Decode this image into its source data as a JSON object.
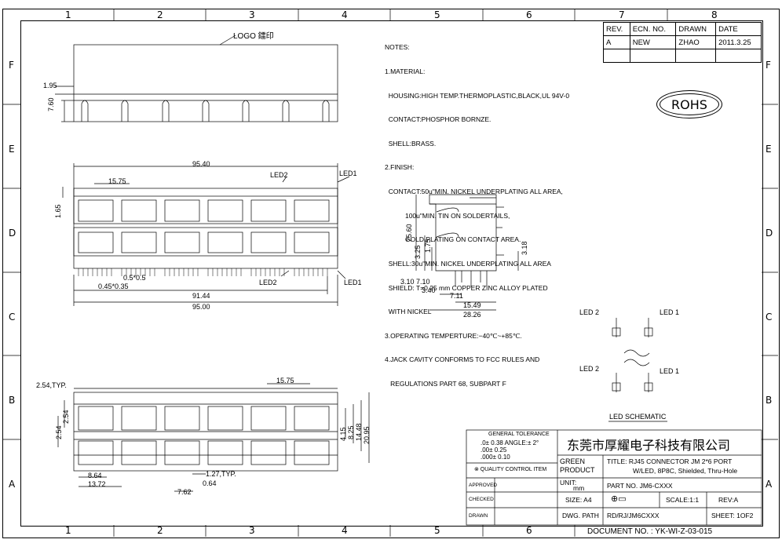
{
  "zones": {
    "columns": [
      "1",
      "2",
      "3",
      "4",
      "5",
      "6",
      "7",
      "8"
    ],
    "rows": [
      "F",
      "E",
      "D",
      "C",
      "B",
      "A"
    ]
  },
  "logo_label": "LOGO 鐳印",
  "notes": {
    "title": "NOTES:",
    "lines": [
      "1.MATERIAL:",
      "  HOUSING:HIGH TEMP.THERMOPLASTIC,BLACK,UL 94V-0",
      "  CONTACT:PHOSPHOR BORNZE.",
      "  SHELL:BRASS.",
      "2.FINISH:",
      "  CONTACT:50u\"MIN. NICKEL UNDERPLATING ALL AREA,",
      "           100u\"MIN. TIN ON SOLDERTAILS,",
      "           GOLD PLATING ON CONTACT AREA.",
      "  SHELL:30u\"MIN. NICKEL UNDERPLATING ALL AREA",
      "  SHIELD: T=0.25 mm COPPER ZINC ALLOY PLATED",
      "  WITH NICKEL",
      "3.OPERATING TEMPERTURE:−40℃~+85℃.",
      "4.JACK CAVITY CONFORMS TO FCC RULES AND",
      "   REGULATIONS PART 68, SUBPART F"
    ]
  },
  "revision": {
    "headers": [
      "REV.",
      "ECN. NO.",
      "DRAWN",
      "DATE"
    ],
    "row": [
      "A",
      "NEW",
      "ZHAO",
      "2011.3.25"
    ]
  },
  "rohs": "ROHS",
  "dims": {
    "d1_95": "1.95",
    "d7_60": "7.60",
    "d95_40": "95.40",
    "d15_75": "15.75",
    "d1_65": "1.65",
    "led2_top": "LED2",
    "led1_top": "LED1",
    "led2_bot": "LED2",
    "led1_bot": "LED1",
    "d0_5": "0.5*0.5",
    "d0_45": "0.45*0.35",
    "d91_44": "91.44",
    "d95_00": "95.00",
    "d25_60": "25.60",
    "d3_25": "3.25",
    "d1_75": "1.75",
    "d3_18": "3.18",
    "d3_10": "3.10",
    "d7_10": "7.10",
    "d3_40": "3.40",
    "d7_11": "7.11",
    "d15_49": "15.49",
    "d28_26": "28.26",
    "d2_54typ": "2.54,TYP.",
    "d15_75b": "15.75",
    "d2_54a": "2.54",
    "d2_54b": "2.54",
    "d4_15": "4.15",
    "d8_25": "8.25",
    "d14_48": "14.48",
    "d20_95": "20.95",
    "d8_64": "8.64",
    "d13_72": "13.72",
    "d1_27typ": "1.27,TYP.",
    "d0_64": "0.64",
    "d7_62": "7.62"
  },
  "schematic": {
    "led2_a": "LED 2",
    "led1_a": "LED 1",
    "led2_b": "LED 2",
    "led1_b": "LED 1",
    "title": "LED SCHEMATIC"
  },
  "title_block": {
    "tolerance_title": "GENERAL TOLERANCE",
    "tol1": ".0± 0.38 ANGLE:± 2°",
    "tol2": ".00± 0.25",
    "tol3": ".000± 0.10",
    "quality": "⊗ QUALITY CONTROL ITEM",
    "approved": "APPROVED",
    "checked": "CHECKED",
    "drawn": "DRAWN",
    "company": "东莞市厚耀电子科技有限公司",
    "green_product": "GREEN\nPRODUCT",
    "title_line1": "TITLE: RJ45 CONNECTOR JM 2*6 PORT",
    "title_line2": "W/LED, 8P8C, Shielded, Thru-Hole",
    "unit_label": "UNIT:",
    "unit_value": "mm",
    "part_no": "PART NO. JM6-CXXX",
    "size": "SIZE: A4",
    "scale": "SCALE:1:1",
    "rev": "REV:A",
    "dwg_path_label": "DWG. PATH",
    "dwg_path": "RD/RJ/JM6CXXX",
    "sheet": "SHEET: 1OF2",
    "document_no": "DOCUMENT NO. : YK-WI-Z-03-015"
  }
}
